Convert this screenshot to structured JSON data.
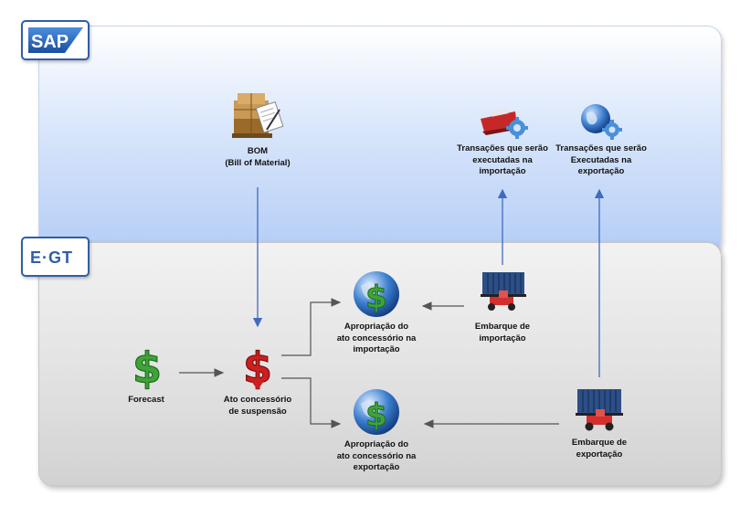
{
  "logos": {
    "sap": "SAP",
    "egt": "E·GT"
  },
  "nodes": {
    "bom": "BOM\n(Bill of Material)",
    "trans_import": "Transações que serão\nexecutadas na\nimportação",
    "trans_export": "Transações que serão\nExecutadas na\nexportação",
    "forecast": "Forecast",
    "ato": "Ato concessório\nde suspensão",
    "aprop_import": "Apropriação do\nato concessório na\nimportação",
    "aprop_export": "Apropriação do\nato concessório na\nexportação",
    "emb_import": "Embarque de\nimportação",
    "emb_export": "Embarque de\nexportação"
  },
  "colors": {
    "sap_blue": "#2f5fa8",
    "dollar_green": "#3fa33a",
    "dollar_red": "#cc1f1f",
    "arrow_blue": "#3d6cc0",
    "arrow_gray": "#555555"
  }
}
